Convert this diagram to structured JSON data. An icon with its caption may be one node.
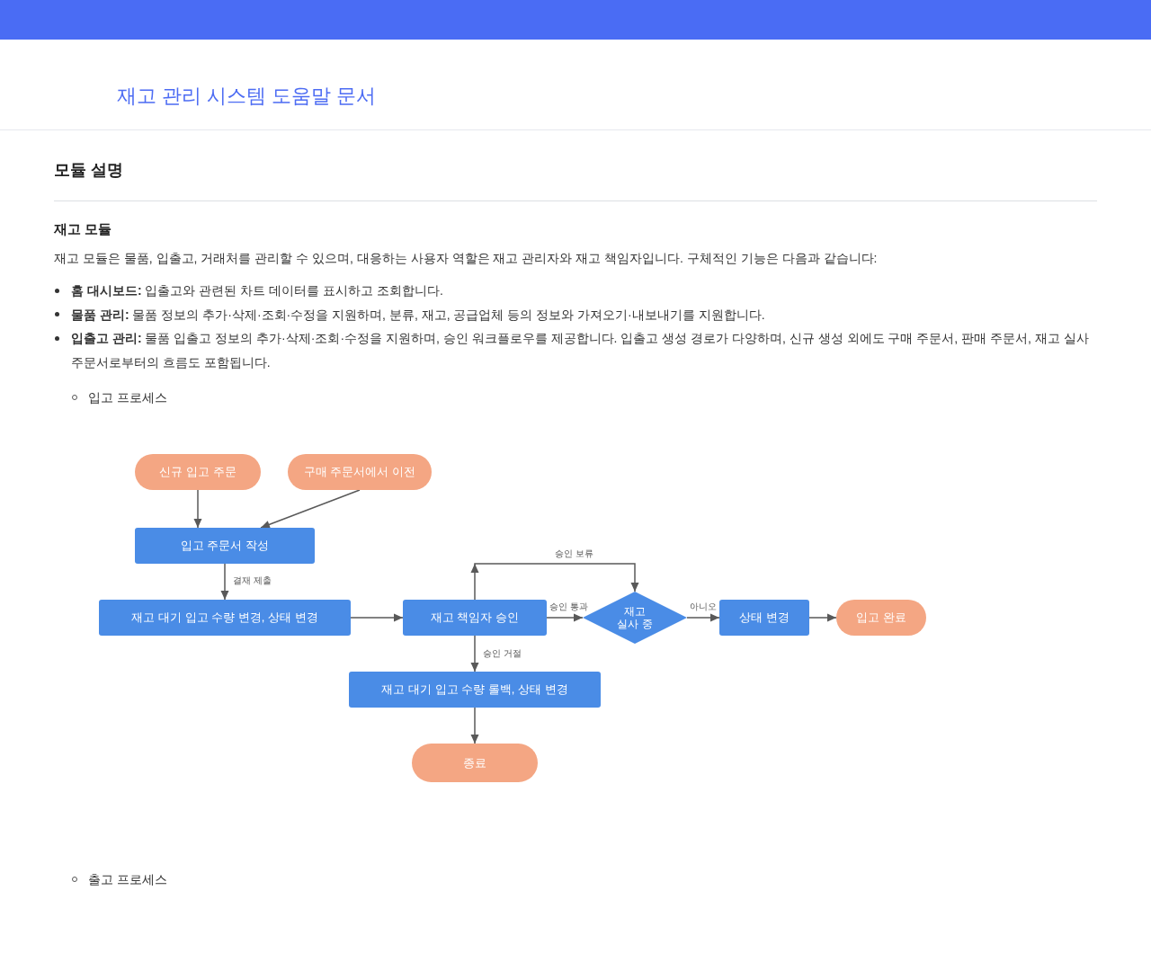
{
  "diagram": {
    "title": "재고 관리 시스템 도움말 문서",
    "nodes": [
      {
        "text": [
          "신규 입고 주문"
        ]
      },
      {
        "text": [
          "구매 주문서에서 이전"
        ]
      },
      {
        "text": [
          "입고 주문서 작성"
        ]
      },
      {
        "text": [
          "재고 대기 입고 수량 변경, 상태 변경"
        ]
      },
      {
        "text": [
          "재고 책임자 승인"
        ]
      },
      {
        "text": [
          "재고 실사 중"
        ]
      },
      {
        "text": [
          "상태 변경"
        ]
      },
      {
        "text": [
          "입고 완료"
        ]
      },
      {
        "text": [
          "재고 대기 입고 수량 롤백, 상태 변경"
        ]
      },
      {
        "text": [
          "종료"
        ]
      }
    ],
    "edges": [
      {
        "from": 0,
        "to": 2,
        "arrow": "to"
      },
      {
        "from": 1,
        "to": 2,
        "arrow": "to"
      },
      {
        "from": 2,
        "to": 3,
        "arrow": "to",
        "label": "결재 제출"
      },
      {
        "from": 3,
        "to": 4,
        "arrow": "to"
      },
      {
        "from": 4,
        "to": 5,
        "arrow": "to",
        "label": "승인 통과"
      },
      {
        "from": 4,
        "to": 5,
        "arrow": "to",
        "label": "승인 보류"
      },
      {
        "from": 5,
        "to": 6,
        "arrow": "to",
        "label": "아니오"
      },
      {
        "from": 6,
        "to": 7,
        "arrow": "to"
      },
      {
        "from": 4,
        "to": 8,
        "arrow": "to",
        "label": "승인 거절"
      },
      {
        "from": 8,
        "to": 9,
        "arrow": "to"
      }
    ],
    "labels": [
      "모듈 설명",
      "재고 모듈",
      "재고 모듈은 물품, 입출고, 거래처를 관리할 수 있으며, 대응하는 사용자 역할은 재고 관리자와 재고 책임자입니다. 구체적인 기능은 다음과 같습니다:",
      "**홈 대시보드:** 입출고와 관련된 차트 데이터를 표시하고 조회합니다.",
      "**물품 관리:** 물품 정보의 추가·삭제·조회·수정을 지원하며, 분류, 재고, 공급업체 등의 정보와 가져오기·내보내기를 지원합니다.",
      "**입출고 관리:** 물품 입출고 정보의 추가·삭제·조회·수정을 지원하며, 승인 워크플로우를 제공합니다. 입출고 생성 경로가 다양하며, 신규 생성 외에도 구매 주문서, 판매 주문서, 재고 실사 주문서로부터의 흐름도 포함됩니다.",
      "입고 프로세스",
      "출고 프로세스"
    ]
  }
}
